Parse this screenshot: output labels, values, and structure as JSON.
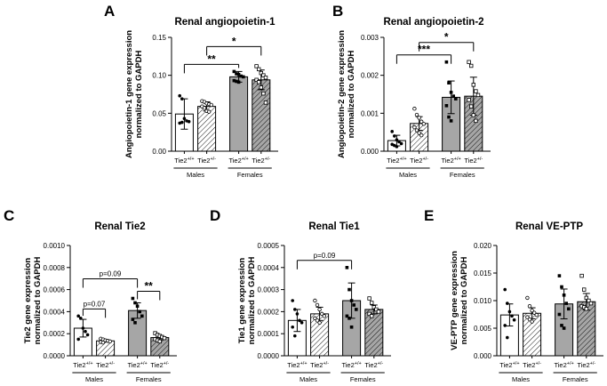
{
  "chart_data": [
    {
      "type": "bar",
      "panel": "A",
      "title": "Renal angiopoietin-1",
      "ylabel": "Angiopoietin-1 gene expression normalized to GAPDH",
      "ylim": [
        0,
        0.15
      ],
      "yticks": [
        0.0,
        0.05,
        0.1,
        0.15
      ],
      "ytick_labels": [
        "0.00",
        "0.05",
        "0.10",
        "0.15"
      ],
      "groups": [
        "Males",
        "Females"
      ],
      "categories": [
        "Tie2+/+",
        "Tie2+/-",
        "Tie2+/+",
        "Tie2+/-"
      ],
      "values": [
        0.049,
        0.059,
        0.098,
        0.094
      ],
      "error": [
        0.02,
        0.006,
        0.007,
        0.013
      ],
      "points": [
        [
          0.073,
          0.069,
          0.043,
          0.04,
          0.039,
          0.037,
          0.038
        ],
        [
          0.066,
          0.065,
          0.063,
          0.062,
          0.061,
          0.059,
          0.057,
          0.053,
          0.052
        ],
        [
          0.105,
          0.102,
          0.101,
          0.099,
          0.098,
          0.093,
          0.092,
          0.091
        ],
        [
          0.112,
          0.108,
          0.103,
          0.1,
          0.097,
          0.094,
          0.091,
          0.084,
          0.076,
          0.064
        ]
      ],
      "significance": [
        {
          "from": 0,
          "to": 2,
          "label": "**"
        },
        {
          "from": 1,
          "to": 3,
          "label": "*"
        }
      ]
    },
    {
      "type": "bar",
      "panel": "B",
      "title": "Renal angiopoietin-2",
      "ylabel": "Angiopoietin-2 gene expression normalized to GAPDH",
      "ylim": [
        0,
        0.003
      ],
      "yticks": [
        0.0,
        0.001,
        0.002,
        0.003
      ],
      "ytick_labels": [
        "0.000",
        "0.001",
        "0.002",
        "0.003"
      ],
      "groups": [
        "Males",
        "Females"
      ],
      "categories": [
        "Tie2+/+",
        "Tie2+/-",
        "Tie2+/+",
        "Tie2+/-"
      ],
      "values": [
        0.00028,
        0.00073,
        0.00142,
        0.00145
      ],
      "error": [
        0.00014,
        0.00018,
        0.00043,
        0.0005
      ],
      "points": [
        [
          0.00052,
          0.0004,
          0.0003,
          0.00025,
          0.0002,
          0.00018,
          0.00015,
          0.00012
        ],
        [
          0.00112,
          0.00096,
          0.00088,
          0.00078,
          0.00072,
          0.00063,
          0.00055,
          0.00048,
          0.00042
        ],
        [
          0.00235,
          0.0018,
          0.00155,
          0.00145,
          0.00138,
          0.0012,
          0.0009,
          0.0008
        ],
        [
          0.00235,
          0.00225,
          0.00175,
          0.00158,
          0.00148,
          0.00135,
          0.00118,
          0.00095,
          0.0008
        ]
      ],
      "significance": [
        {
          "from": 0,
          "to": 2,
          "label": "***"
        },
        {
          "from": 1,
          "to": 3,
          "label": "*"
        }
      ]
    },
    {
      "type": "bar",
      "panel": "C",
      "title": "Renal Tie2",
      "ylabel": "Tie2 gene expression normalized to GAPDH",
      "ylim": [
        0,
        0.001
      ],
      "yticks": [
        0.0,
        0.0002,
        0.0004,
        0.0006,
        0.0008,
        0.001
      ],
      "ytick_labels": [
        "0.0000",
        "0.0002",
        "0.0004",
        "0.0006",
        "0.0008",
        "0.0010"
      ],
      "groups": [
        "Males",
        "Females"
      ],
      "categories": [
        "Tie2+/+",
        "Tie2+/-",
        "Tie2+/+",
        "Tie2+/-"
      ],
      "values": [
        0.00025,
        0.000135,
        0.00041,
        0.000165
      ],
      "error": [
        8e-05,
        1e-05,
        7e-05,
        2e-05
      ],
      "points": [
        [
          0.00036,
          0.00034,
          0.00025,
          0.00022,
          0.00019,
          0.00015
        ],
        [
          0.000155,
          0.000148,
          0.00014,
          0.000135,
          0.00013,
          0.000125,
          0.00012
        ],
        [
          0.00052,
          0.00048,
          0.00045,
          0.0004,
          0.00036,
          0.00033,
          0.0003
        ],
        [
          0.000205,
          0.00019,
          0.00018,
          0.00017,
          0.00016,
          0.00015,
          0.00014,
          0.00013
        ]
      ],
      "significance": [
        {
          "from": 0,
          "to": 1,
          "label": "p=0.07"
        },
        {
          "from": 0,
          "to": 2,
          "label": "p=0.09"
        },
        {
          "from": 2,
          "to": 3,
          "label": "**"
        }
      ]
    },
    {
      "type": "bar",
      "panel": "D",
      "title": "Renal Tie1",
      "ylabel": "Tie1 gene expression normalized to GAPDH",
      "ylim": [
        0,
        0.0005
      ],
      "yticks": [
        0.0,
        0.0001,
        0.0002,
        0.0003,
        0.0004,
        0.0005
      ],
      "ytick_labels": [
        "0.0000",
        "0.0001",
        "0.0002",
        "0.0003",
        "0.0004",
        "0.0005"
      ],
      "groups": [
        "Males",
        "Females"
      ],
      "categories": [
        "Tie2+/+",
        "Tie2+/-",
        "Tie2+/+",
        "Tie2+/-"
      ],
      "values": [
        0.00016,
        0.00019,
        0.00025,
        0.00021
      ],
      "error": [
        5e-05,
        3e-05,
        8e-05,
        2e-05
      ],
      "points": [
        [
          0.00025,
          0.00021,
          0.00019,
          0.00016,
          0.00015,
          0.00013,
          9e-05
        ],
        [
          0.00025,
          0.00023,
          0.00021,
          0.00019,
          0.00018,
          0.00017,
          0.00016,
          0.00015
        ],
        [
          0.0004,
          0.0003,
          0.00025,
          0.00023,
          0.00021,
          0.00018,
          0.00017,
          0.00013
        ],
        [
          0.00026,
          0.00024,
          0.00022,
          0.00021,
          0.0002,
          0.00019,
          0.00018
        ]
      ],
      "significance": [
        {
          "from": 0,
          "to": 2,
          "label": "p=0.09"
        }
      ]
    },
    {
      "type": "bar",
      "panel": "E",
      "title": "Renal VE-PTP",
      "ylabel": "VE-PTP gene expression normalized to GAPDH",
      "ylim": [
        0,
        0.02
      ],
      "yticks": [
        0.0,
        0.005,
        0.01,
        0.015,
        0.02
      ],
      "ytick_labels": [
        "0.000",
        "0.005",
        "0.010",
        "0.015",
        "0.020"
      ],
      "groups": [
        "Males",
        "Females"
      ],
      "categories": [
        "Tie2+/+",
        "Tie2+/-",
        "Tie2+/+",
        "Tie2+/-"
      ],
      "values": [
        0.0074,
        0.0077,
        0.0094,
        0.0098
      ],
      "error": [
        0.002,
        0.001,
        0.0027,
        0.0015
      ],
      "points": [
        [
          0.012,
          0.0095,
          0.008,
          0.0072,
          0.0065,
          0.0055,
          0.0033
        ],
        [
          0.0105,
          0.009,
          0.0082,
          0.0078,
          0.0074,
          0.007,
          0.0066,
          0.0062
        ],
        [
          0.0145,
          0.0125,
          0.011,
          0.0095,
          0.0085,
          0.0075,
          0.0055,
          0.005
        ],
        [
          0.0145,
          0.012,
          0.0105,
          0.01,
          0.0095,
          0.009,
          0.0088,
          0.0085
        ]
      ],
      "significance": []
    }
  ],
  "style": {
    "male_fill": "#ffffff",
    "female_fill": "#a6a6a6",
    "stroke": "#000000",
    "hatched": [
      false,
      true,
      false,
      true
    ],
    "point_markers": [
      "filled-circle",
      "open-circle",
      "filled-square",
      "open-square"
    ]
  }
}
